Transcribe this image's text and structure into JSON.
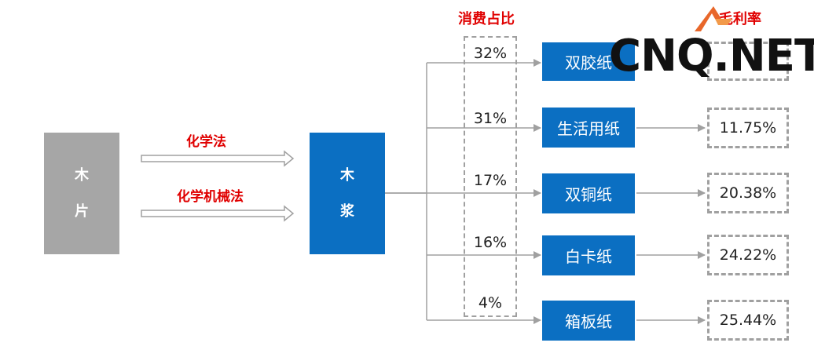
{
  "source_box": {
    "chars": [
      "木",
      "片"
    ]
  },
  "process_labels": {
    "chemical": "化学法",
    "chemi_mechanical": "化学机械法"
  },
  "pulp_box": {
    "chars": [
      "木",
      "浆"
    ]
  },
  "headers": {
    "consumption_share": "消费占比",
    "gross_margin": "毛利率"
  },
  "products": [
    {
      "name": "双胶纸",
      "share": "32%",
      "margin": ""
    },
    {
      "name": "生活用纸",
      "share": "31%",
      "margin": "11.75%"
    },
    {
      "name": "双铜纸",
      "share": "17%",
      "margin": "20.38%"
    },
    {
      "name": "白卡纸",
      "share": "16%",
      "margin": "24.22%"
    },
    {
      "name": "箱板纸",
      "share": "4%",
      "margin": "25.44%"
    }
  ],
  "watermark": {
    "text": "CNQ.NET"
  },
  "colors": {
    "blue": "#0b6fc2",
    "gray": "#a6a6a6",
    "red": "#e00000",
    "line": "#a0a0a0",
    "logo_orange": "#e8672a"
  }
}
